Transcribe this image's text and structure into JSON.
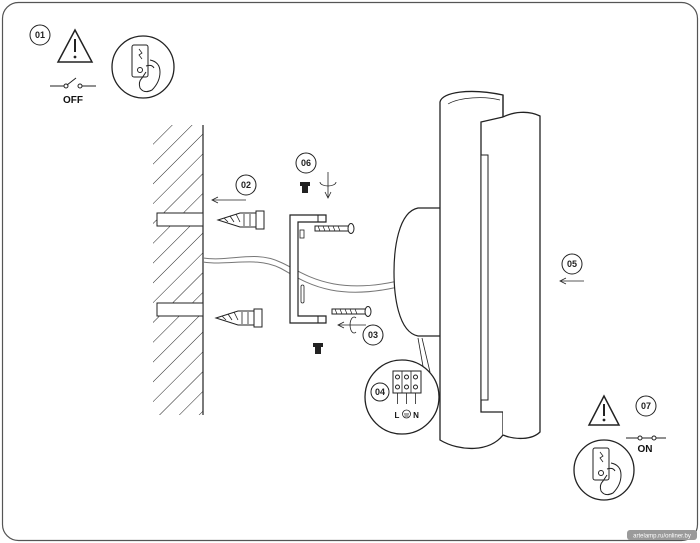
{
  "steps": {
    "s01": "01",
    "s02": "02",
    "s03": "03",
    "s04": "04",
    "s05": "05",
    "s06": "06",
    "s07": "07"
  },
  "switch_states": {
    "off": "OFF",
    "on": "ON"
  },
  "terminal_labels": {
    "live": "L",
    "neutral": "N"
  },
  "watermark": "artelamp.ru/onliner.by",
  "colors": {
    "line": "#222222",
    "background": "#ffffff",
    "frame": "#555555"
  }
}
